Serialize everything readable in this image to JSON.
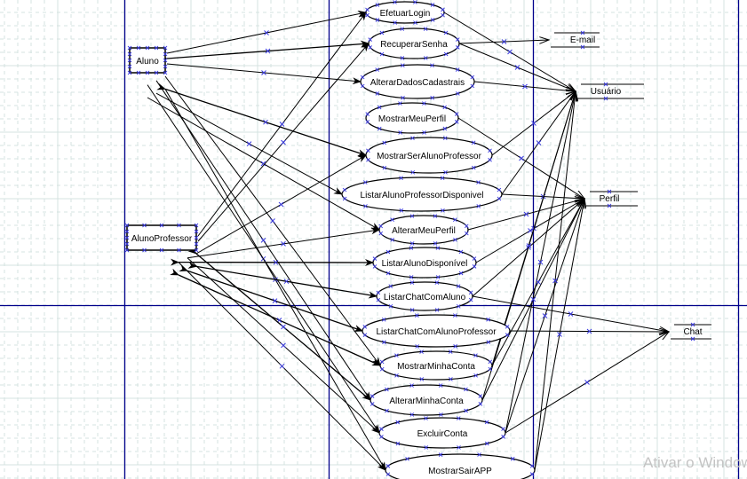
{
  "diagram": {
    "type": "use-case",
    "actors": [
      {
        "id": "aluno",
        "label": "Aluno"
      },
      {
        "id": "alunoprofessor",
        "label": "AlunoProfessor"
      }
    ],
    "use_cases": [
      {
        "id": "uc0",
        "label": "EfetuarLogin"
      },
      {
        "id": "uc1",
        "label": "RecuperarSenha"
      },
      {
        "id": "uc2",
        "label": "AlterarDadosCadastrais"
      },
      {
        "id": "uc3",
        "label": "MostrarMeuPerfil"
      },
      {
        "id": "uc4",
        "label": "MostrarSerAlunoProfessor"
      },
      {
        "id": "uc5",
        "label": "ListarAlunoProfessorDisponivel"
      },
      {
        "id": "uc6",
        "label": "AlterarMeuPerfil"
      },
      {
        "id": "uc7",
        "label": "ListarAlunoDisponível"
      },
      {
        "id": "uc8",
        "label": "ListarChatComAluno"
      },
      {
        "id": "uc9",
        "label": "ListarChatComAlunoProfessor"
      },
      {
        "id": "uc10",
        "label": "MostrarMinhaConta"
      },
      {
        "id": "uc11",
        "label": "AlterarMinhaConta"
      },
      {
        "id": "uc12",
        "label": "ExcluirConta"
      },
      {
        "id": "uc13",
        "label": "MostrarSairAPP"
      }
    ],
    "data_stores": [
      {
        "id": "email",
        "label": "E-mail"
      },
      {
        "id": "usuario",
        "label": "Usuário"
      },
      {
        "id": "perfil",
        "label": "Perfil"
      },
      {
        "id": "chat",
        "label": "Chat"
      }
    ],
    "associations": [
      {
        "from": "aluno",
        "to": "uc0"
      },
      {
        "from": "aluno",
        "to": "uc1",
        "bidirectional": true
      },
      {
        "from": "aluno",
        "to": "uc2"
      },
      {
        "from": "aluno",
        "to": "uc4",
        "bidirectional": true
      },
      {
        "from": "aluno",
        "to": "uc5"
      },
      {
        "from": "aluno",
        "to": "uc6"
      },
      {
        "from": "aluno",
        "to": "uc10"
      },
      {
        "from": "aluno",
        "to": "uc11"
      },
      {
        "from": "aluno",
        "to": "uc12"
      },
      {
        "from": "aluno",
        "to": "uc13"
      },
      {
        "from": "alunoprofessor",
        "to": "uc0"
      },
      {
        "from": "alunoprofessor",
        "to": "uc1"
      },
      {
        "from": "alunoprofessor",
        "to": "uc4"
      },
      {
        "from": "alunoprofessor",
        "to": "uc6"
      },
      {
        "from": "alunoprofessor",
        "to": "uc7",
        "bidirectional": true
      },
      {
        "from": "alunoprofessor",
        "to": "uc8",
        "bidirectional": true
      },
      {
        "from": "alunoprofessor",
        "to": "uc9",
        "bidirectional": true
      },
      {
        "from": "alunoprofessor",
        "to": "uc10",
        "bidirectional": true
      },
      {
        "from": "alunoprofessor",
        "to": "uc11",
        "bidirectional": true
      },
      {
        "from": "alunoprofessor",
        "to": "uc12"
      },
      {
        "from": "alunoprofessor",
        "to": "uc13"
      },
      {
        "from": "uc1",
        "to": "email"
      },
      {
        "from": "uc0",
        "to": "usuario"
      },
      {
        "from": "uc1",
        "to": "usuario"
      },
      {
        "from": "uc2",
        "to": "usuario"
      },
      {
        "from": "uc4",
        "to": "usuario"
      },
      {
        "from": "uc5",
        "to": "usuario"
      },
      {
        "from": "uc3",
        "to": "perfil"
      },
      {
        "from": "uc5",
        "to": "perfil"
      },
      {
        "from": "uc6",
        "to": "perfil"
      },
      {
        "from": "uc7",
        "to": "perfil"
      },
      {
        "from": "uc8",
        "to": "perfil"
      },
      {
        "from": "uc10",
        "to": "usuario"
      },
      {
        "from": "uc11",
        "to": "usuario"
      },
      {
        "from": "uc12",
        "to": "usuario"
      },
      {
        "from": "uc12",
        "to": "perfil"
      },
      {
        "from": "uc13",
        "to": "usuario"
      },
      {
        "from": "uc13",
        "to": "perfil"
      },
      {
        "from": "uc11",
        "to": "perfil"
      },
      {
        "from": "uc10",
        "to": "perfil"
      },
      {
        "from": "uc8",
        "to": "chat"
      },
      {
        "from": "uc9",
        "to": "chat"
      },
      {
        "from": "uc12",
        "to": "chat"
      }
    ]
  },
  "colors": {
    "page_border": "#00008b",
    "grid": "#d4e3e0",
    "handle": "#3a3ae0",
    "stroke": "#000000"
  },
  "watermark": "Ativar o Windows"
}
